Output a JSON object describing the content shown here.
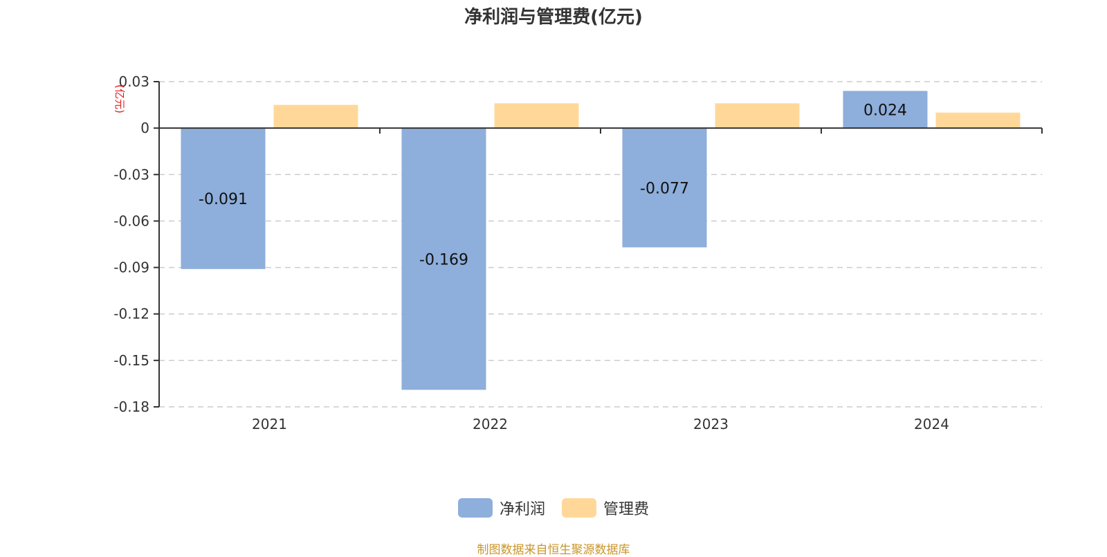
{
  "chart_data": {
    "type": "bar",
    "title": "净利润与管理费(亿元)",
    "unit_label": "(亿元)",
    "categories": [
      "2021",
      "2022",
      "2023",
      "2024"
    ],
    "series": [
      {
        "name": "净利润",
        "color": "#8eaedb",
        "values": [
          -0.091,
          -0.169,
          -0.077,
          0.024
        ],
        "show_labels": true
      },
      {
        "name": "管理费",
        "color": "#ffd899",
        "values": [
          0.015,
          0.016,
          0.016,
          0.01
        ],
        "show_labels": false
      }
    ],
    "y_ticks": [
      0.03,
      0,
      -0.03,
      -0.06,
      -0.09,
      -0.12,
      -0.15,
      -0.18
    ],
    "y_tick_labels": [
      "0.03",
      "0",
      "-0.03",
      "-0.06",
      "-0.09",
      "-0.12",
      "-0.15",
      "-0.18"
    ],
    "ylim": [
      -0.18,
      0.03
    ],
    "xlabel": "",
    "ylabel": "(亿元)",
    "grid": true,
    "legend_position": "bottom"
  },
  "footer": {
    "source": "制图数据来自恒生聚源数据库"
  }
}
